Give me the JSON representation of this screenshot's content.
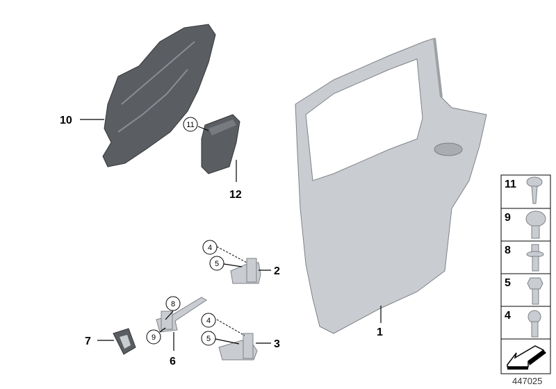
{
  "diagram_number": "447025",
  "callouts": {
    "door": "1",
    "hinge_upper": "2",
    "hinge_lower": "3",
    "door_check": "6",
    "grommet": "7",
    "membrane": "10",
    "bracket": "12",
    "circled_11": "11",
    "circled_4_upper": "4",
    "circled_5_upper": "5",
    "circled_8": "8",
    "circled_9": "9",
    "circled_4_lower": "4",
    "circled_5_lower": "5"
  },
  "fastener_legend": [
    {
      "number": "11",
      "icon": "torx-pan-head-screw-icon"
    },
    {
      "number": "9",
      "icon": "torx-large-head-bolt-icon"
    },
    {
      "number": "8",
      "icon": "torx-collar-bolt-icon"
    },
    {
      "number": "5",
      "icon": "hex-flange-bolt-icon"
    },
    {
      "number": "4",
      "icon": "torx-cylinder-head-screw-icon"
    }
  ],
  "colors": {
    "part": "#c9ccd0",
    "dark_part": "#5a5e63",
    "outline": "#7d8186"
  }
}
